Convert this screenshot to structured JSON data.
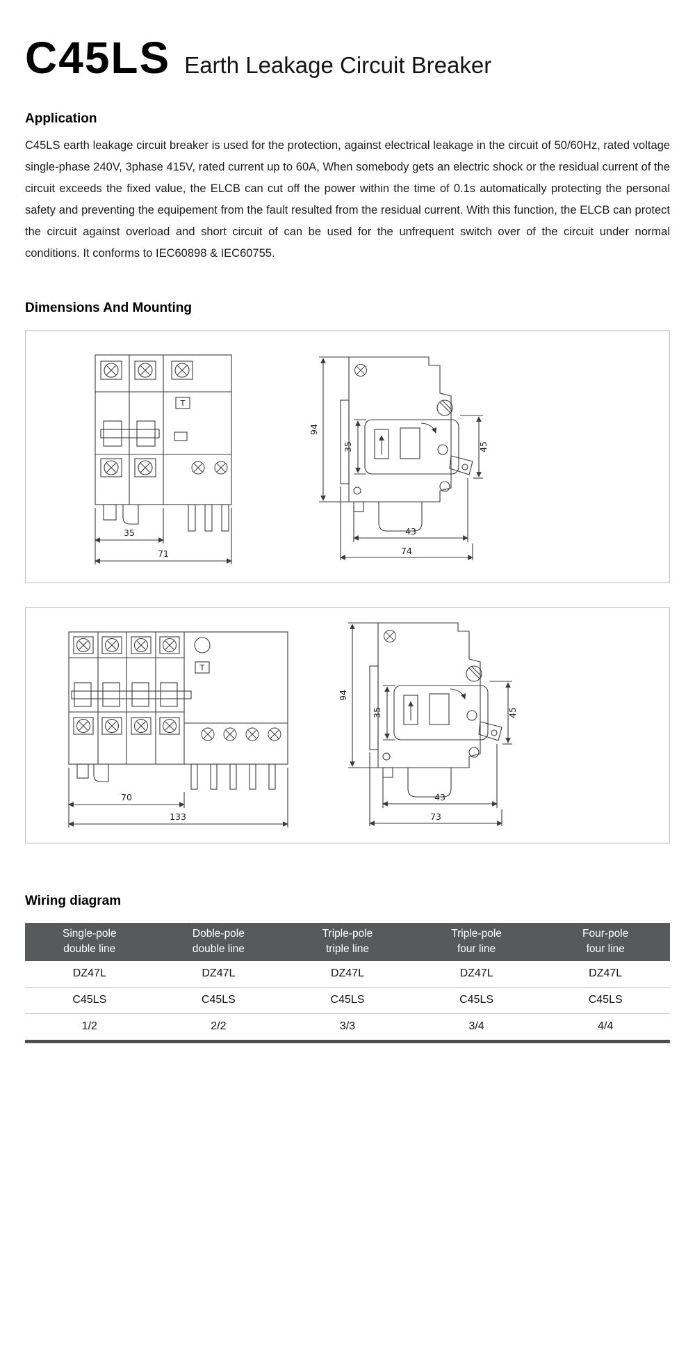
{
  "header": {
    "model": "C45LS",
    "subtitle": "Earth Leakage Circuit Breaker"
  },
  "application": {
    "heading": "Application",
    "body": "C45LS earth leakage circuit breaker is used for the protection, against electrical leakage in the circuit of 50/60Hz, rated voltage single-phase 240V, 3phase 415V, rated current up to 60A, When somebody gets an electric shock or the residual current of the circuit exceeds the fixed value, the ELCB can cut off the power within the time of 0.1s automatically protecting the personal safety and preventing the equipement from the fault resulted from the residual current. With this function, the ELCB can protect the circuit against overload and short circuit of can be used for the unfrequent switch over of the circuit under normal conditions. It conforms to IEC60898 & IEC60755."
  },
  "dimensions": {
    "heading": "Dimensions And Mounting",
    "drawing1": {
      "t_label": "T",
      "front": {
        "pole_width": "35",
        "total_width": "71"
      },
      "side": {
        "height": "94",
        "rail_height": "35",
        "right_height": "45",
        "depth": "43",
        "total_depth": "74"
      }
    },
    "drawing2": {
      "t_label": "T",
      "front": {
        "pole_width": "70",
        "total_width": "133"
      },
      "side": {
        "height": "94",
        "rail_height": "35",
        "right_height": "45",
        "depth": "43",
        "total_depth": "73"
      }
    }
  },
  "wiring": {
    "heading": "Wiring diagram",
    "table": {
      "headers": [
        "Single-pole\ndouble line",
        "Doble-pole\ndouble line",
        "Triple-pole\ntriple line",
        "Triple-pole\nfour line",
        "Four-pole\nfour line"
      ],
      "rows": [
        [
          "DZ47L",
          "DZ47L",
          "DZ47L",
          "DZ47L",
          "DZ47L"
        ],
        [
          "C45LS",
          "C45LS",
          "C45LS",
          "C45LS",
          "C45LS"
        ],
        [
          "1/2",
          "2/2",
          "3/3",
          "3/4",
          "4/4"
        ]
      ]
    }
  }
}
